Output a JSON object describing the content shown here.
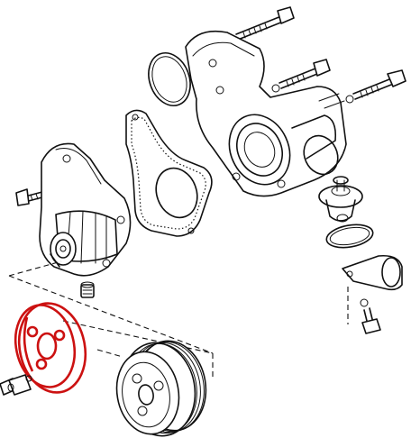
{
  "diagram": {
    "highlight_color": "#cc1111",
    "line_color": "#111111",
    "background": "#ffffff",
    "parts": [
      "thermostat-housing",
      "o-ring",
      "housing-gasket",
      "water-pump",
      "thermostat",
      "hose-flange",
      "pump-pulley",
      "crankshaft-pulley",
      "bolts",
      "plug"
    ]
  }
}
